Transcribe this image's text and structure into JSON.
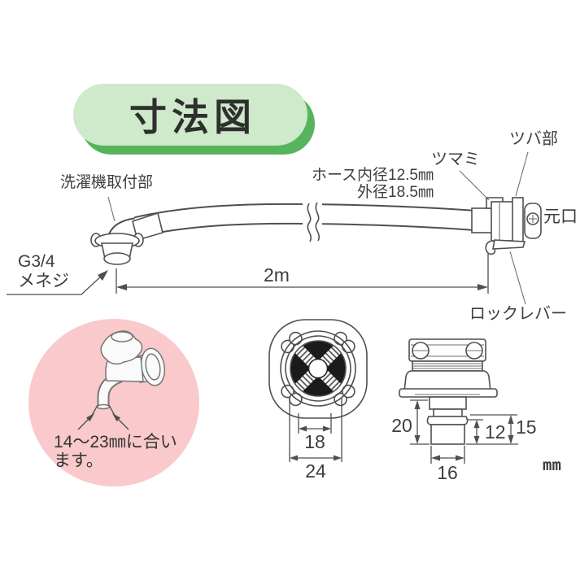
{
  "diagram_title": "寸法図",
  "hose_diagram": {
    "attach_label": "洗濯機取付部",
    "hose_inner_label": "ホース内径12.5㎜",
    "hose_outer_label": "外径18.5㎜",
    "knob_label": "ツマミ",
    "flange_label": "ツバ部",
    "outlet_label": "元口",
    "thread_label_line1": "G3/4",
    "thread_label_line2": "メネジ",
    "hose_length_label": "2m",
    "lock_lever_label": "ロックレバー"
  },
  "faucet_note": {
    "line1": "14〜23㎜に合い",
    "line2": "ます。"
  },
  "bottom_view_dims": {
    "inner_width": "18",
    "outer_width": "24"
  },
  "side_view_dims": {
    "height_total": "20",
    "tip_height": "12",
    "step_height": "15",
    "tip_width": "16",
    "unit": "mm"
  },
  "colors": {
    "background": "#ffffff",
    "badge_fill": "#cfe9cb",
    "badge_shadow": "#57b45b",
    "badge_text": "#2f2f2f",
    "line": "#4f4f4f",
    "accent_pink": "#f9c9cc",
    "disc_black": "#1b1b1b"
  }
}
